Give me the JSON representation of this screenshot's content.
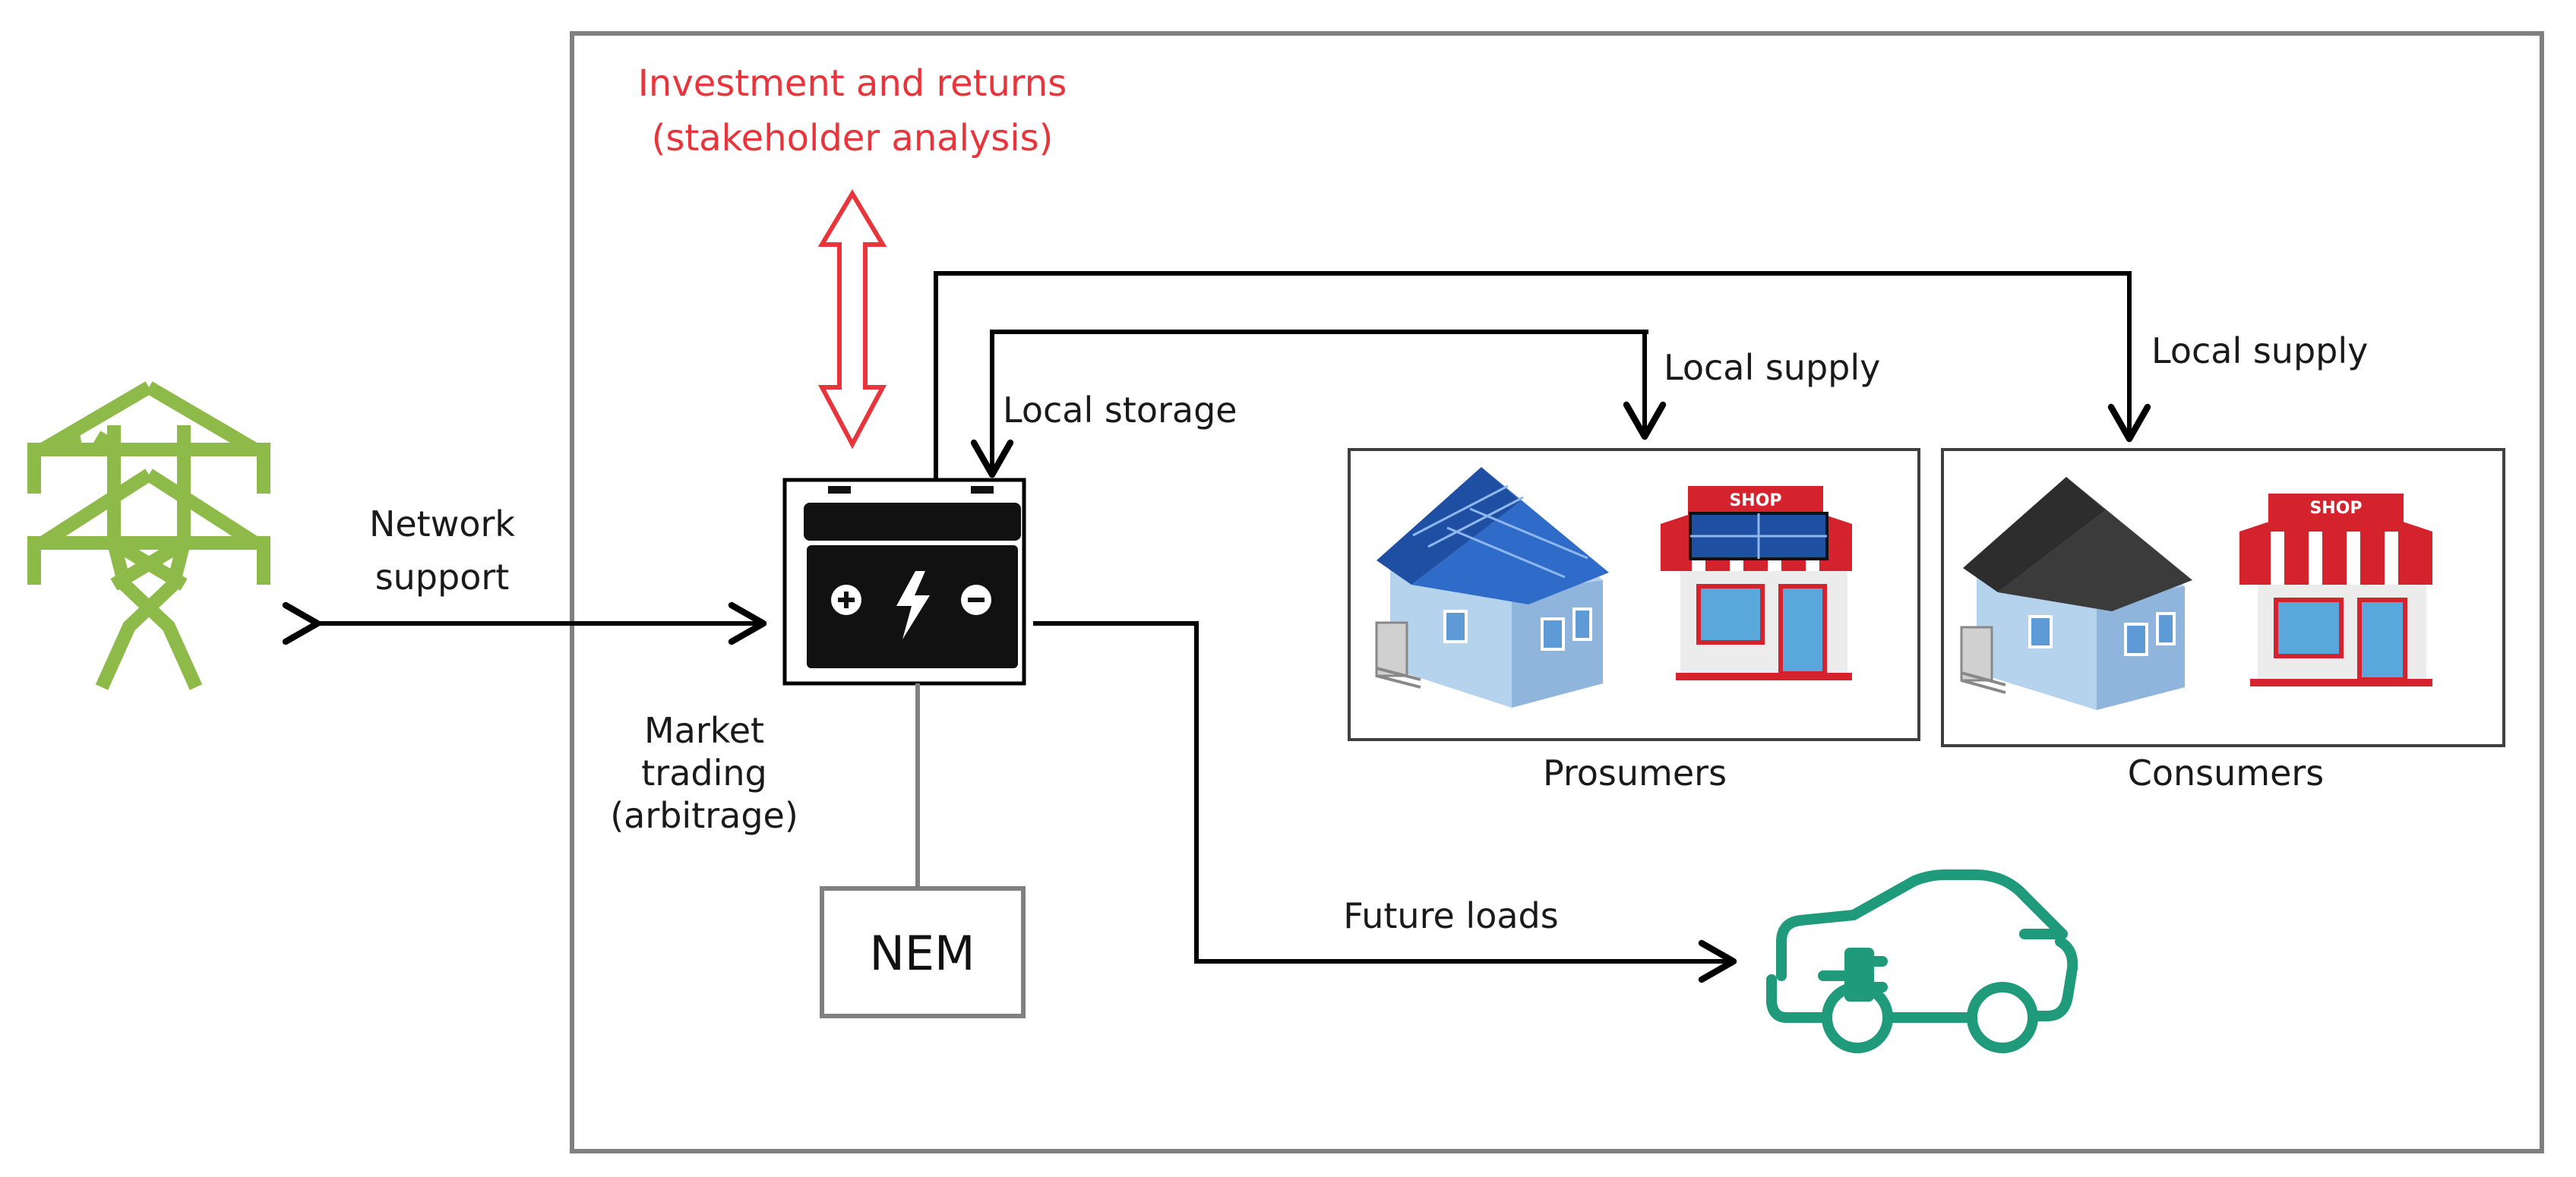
{
  "labels": {
    "investment_line1": "Investment and returns",
    "investment_line2": "(stakeholder analysis)",
    "network_line1": "Network",
    "network_line2": "support",
    "local_storage": "Local storage",
    "local_supply_prosumers": "Local supply",
    "local_supply_consumers": "Local supply",
    "market_line1": "Market",
    "market_line2": "trading",
    "market_line3": "(arbitrage)",
    "nem": "NEM",
    "prosumers": "Prosumers",
    "consumers": "Consumers",
    "future_loads": "Future loads",
    "shop_sign_prosumer": "SHOP",
    "shop_sign_consumer": "SHOP"
  },
  "colors": {
    "investment_text": "#e8353b",
    "investment_arrow": "#e8353b",
    "tower": "#8dba48",
    "ev_car": "#1f9a7b",
    "flow_arrows": "#000000",
    "frame": "#7f7f7f",
    "battery": "#111111"
  },
  "icons": [
    "transmission-tower-icon",
    "battery-icon",
    "house-solar-icon",
    "shop-solar-icon",
    "house-icon",
    "shop-icon",
    "electric-car-icon"
  ]
}
